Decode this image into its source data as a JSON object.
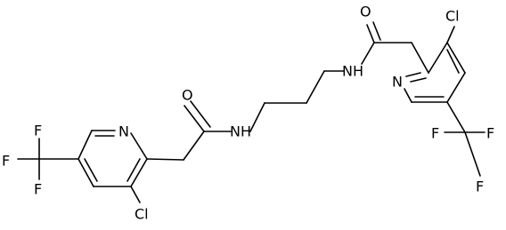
{
  "atoms": {
    "o_left": "O",
    "nh_left": "NH",
    "n_ring_left": "N",
    "cl_left": "Cl",
    "f_left_top": "F",
    "f_left_mid": "F",
    "f_left_bot": "F",
    "o_right": "O",
    "nh_right": "NH",
    "n_ring_right": "N",
    "cl_right": "Cl",
    "f_right_a": "F",
    "f_right_b": "F",
    "f_right_c": "F"
  },
  "colors": {
    "bond": "#000000",
    "label": "#000000",
    "background": "#ffffff"
  }
}
